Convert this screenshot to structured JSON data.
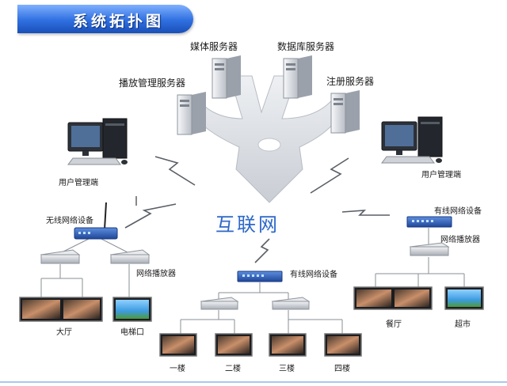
{
  "title": "系统拓扑图",
  "internet": "互联网",
  "servers": {
    "media": "媒体服务器",
    "database": "数据库服务器",
    "playback_management": "播放管理服务器",
    "registration": "注册服务器"
  },
  "terminals": {
    "user_management_left": "用户管理端",
    "user_management_right": "用户管理端"
  },
  "network": {
    "wireless_device": "无线网络设备",
    "wired_device_center": "有线网络设备",
    "wired_device_right": "有线网络设备",
    "player_left": "网络播放器",
    "player_right": "网络播放器"
  },
  "locations": {
    "lobby": "大厅",
    "elevator": "电梯口",
    "floor1": "一楼",
    "floor2": "二楼",
    "floor3": "三楼",
    "floor4": "四楼",
    "restaurant": "餐厅",
    "supermarket": "超市"
  },
  "colors": {
    "banner": "#2f6fe0",
    "internet_text": "#2f68c6",
    "arrow": "#d9dde3",
    "switch": "#2f5fb8"
  }
}
